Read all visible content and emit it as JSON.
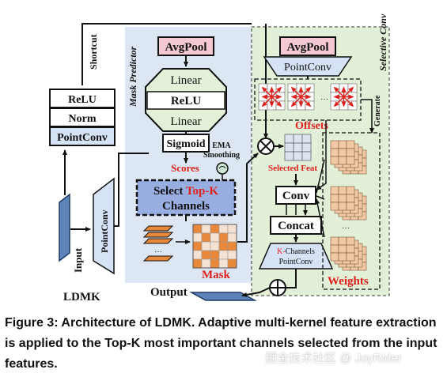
{
  "diagram": {
    "ldmk_label": "LDMK",
    "input_label": "Input",
    "output_label": "Output",
    "shortcut_label": "Shortcut",
    "left_stack": {
      "top": "ReLU",
      "middle": "Norm",
      "bottom": "PointConv"
    },
    "pointconv_trapezoid": "PointConv",
    "mask_predictor": {
      "title": "Mask Predictor",
      "avgpool": "AvgPool",
      "linear_top": "Linear",
      "relu": "ReLU",
      "linear_bottom": "Linear",
      "sigmoid": "Sigmoid",
      "ema_line1": "EMA",
      "ema_line2": "Smoothing",
      "scores": "Scores",
      "select_prefix": "Select ",
      "select_highlight": "Top-K",
      "select_line2": "Channels",
      "mask": "Mask",
      "ellipsis": "···"
    },
    "selective_conv": {
      "title": "Selective Conv",
      "avgpool": "AvgPool",
      "pointconv": "PointConv",
      "offsets": "Offsets",
      "generate": "Generate",
      "selected_feat": "Selected Feat",
      "conv": "Conv",
      "concat": "Concat",
      "kchannels_highlight": "K-",
      "kchannels_rest": "Channels",
      "kchannels_line2": "PointConv",
      "weights": "Weights",
      "ellipsis": "···"
    },
    "colors": {
      "mask_bg": "#dde7f4",
      "selective_bg": "#e3f0d8",
      "box_pink": "#f4c9d3",
      "box_blue": "#99aee0",
      "box_green": "#e2f1d8",
      "box_lightblue": "#d6e2f6",
      "accent_red": "#e0201c",
      "grid_orange": "#f3c8a4",
      "layer_orange": "#e8883a",
      "input_blue": "#5e83b8"
    }
  },
  "caption": {
    "text": "Figure 3: Architecture of LDMK. Adaptive multi-kernel feature extraction is applied to the Top-K most important channels selected from the input features."
  },
  "watermark": "掘金技术社区 @ JoyRider"
}
